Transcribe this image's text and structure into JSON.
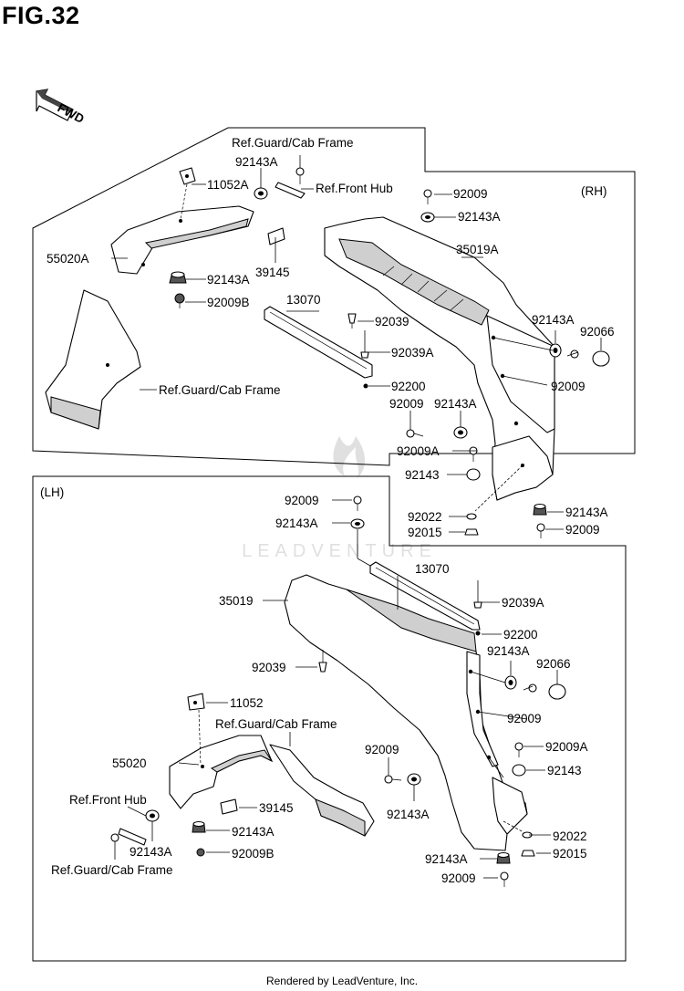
{
  "figure": {
    "title": "FIG.32",
    "footer": "Rendered by LeadVenture, Inc.",
    "watermark": "LEADVENTURE",
    "fwd_label": "FWD"
  },
  "rh_section": {
    "side_label": "(RH)",
    "labels": {
      "ref_guard_cab_frame_top": "Ref.Guard/Cab Frame",
      "p92143a_top": "92143A",
      "p11052a": "11052A",
      "ref_front_hub": "Ref.Front Hub",
      "p92009_top": "92009",
      "p92143a_2": "92143A",
      "p35019a": "35019A",
      "p55020a": "55020A",
      "p92143a_3": "92143A",
      "p39145": "39145",
      "p92009b": "92009B",
      "p13070": "13070",
      "p92039": "92039",
      "p92039a": "92039A",
      "p92143a_4": "92143A",
      "p92066": "92066",
      "ref_guard_cab_frame_mid": "Ref.Guard/Cab Frame",
      "p92200": "92200",
      "p92009_mid": "92009",
      "p92009_left": "92009",
      "p92143a_5": "92143A",
      "p92009a": "92009A",
      "p92143": "92143",
      "p92022": "92022",
      "p92143a_6": "92143A",
      "p92015": "92015",
      "p92009_bot": "92009"
    }
  },
  "lh_section": {
    "side_label": "(LH)",
    "labels": {
      "p92009_top": "92009",
      "p92143a_top": "92143A",
      "p13070": "13070",
      "p35019": "35019",
      "p92039a": "92039A",
      "p92200": "92200",
      "p92143a_2": "92143A",
      "p92066": "92066",
      "p92039": "92039",
      "p92009_mid": "92009",
      "p11052": "11052",
      "ref_guard_cab_frame_mid": "Ref.Guard/Cab Frame",
      "p92009a": "92009A",
      "p92009_left": "92009",
      "p55020": "55020",
      "p92143": "92143",
      "ref_front_hub": "Ref.Front Hub",
      "p39145": "39145",
      "p92143a_3": "92143A",
      "p92143a_4": "92143A",
      "p92022": "92022",
      "p92143a_5": "92143A",
      "p92015": "92015",
      "p92009b": "92009B",
      "ref_guard_cab_frame_bot": "Ref.Guard/Cab Frame",
      "p92143a_6": "92143A",
      "p92009_bot": "92009"
    }
  }
}
